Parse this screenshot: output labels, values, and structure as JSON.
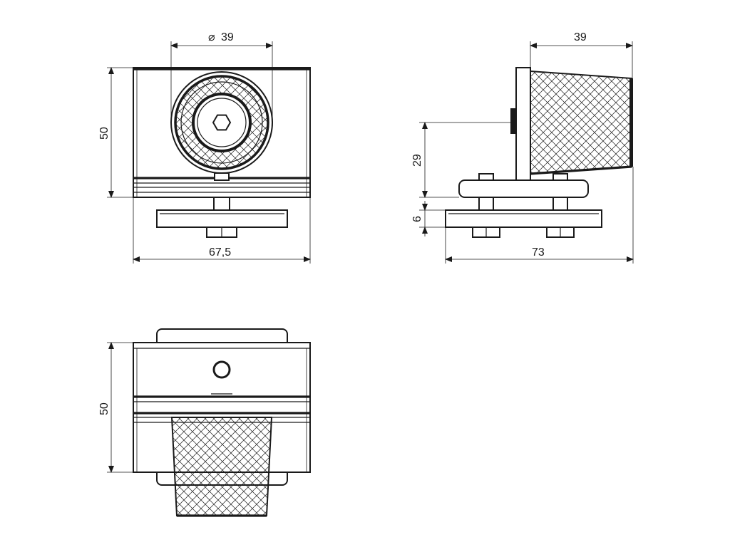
{
  "drawing": {
    "stroke_color": "#1a1a1a",
    "background": "#ffffff",
    "hatch": "cross-hatch"
  },
  "dimensions": {
    "front_diameter": "39",
    "front_diameter_symbol": "⌀",
    "front_height": "50",
    "front_width": "67,5",
    "side_depth": "39",
    "side_height": "29",
    "side_plate": "6",
    "side_length": "73",
    "top_height": "50"
  }
}
